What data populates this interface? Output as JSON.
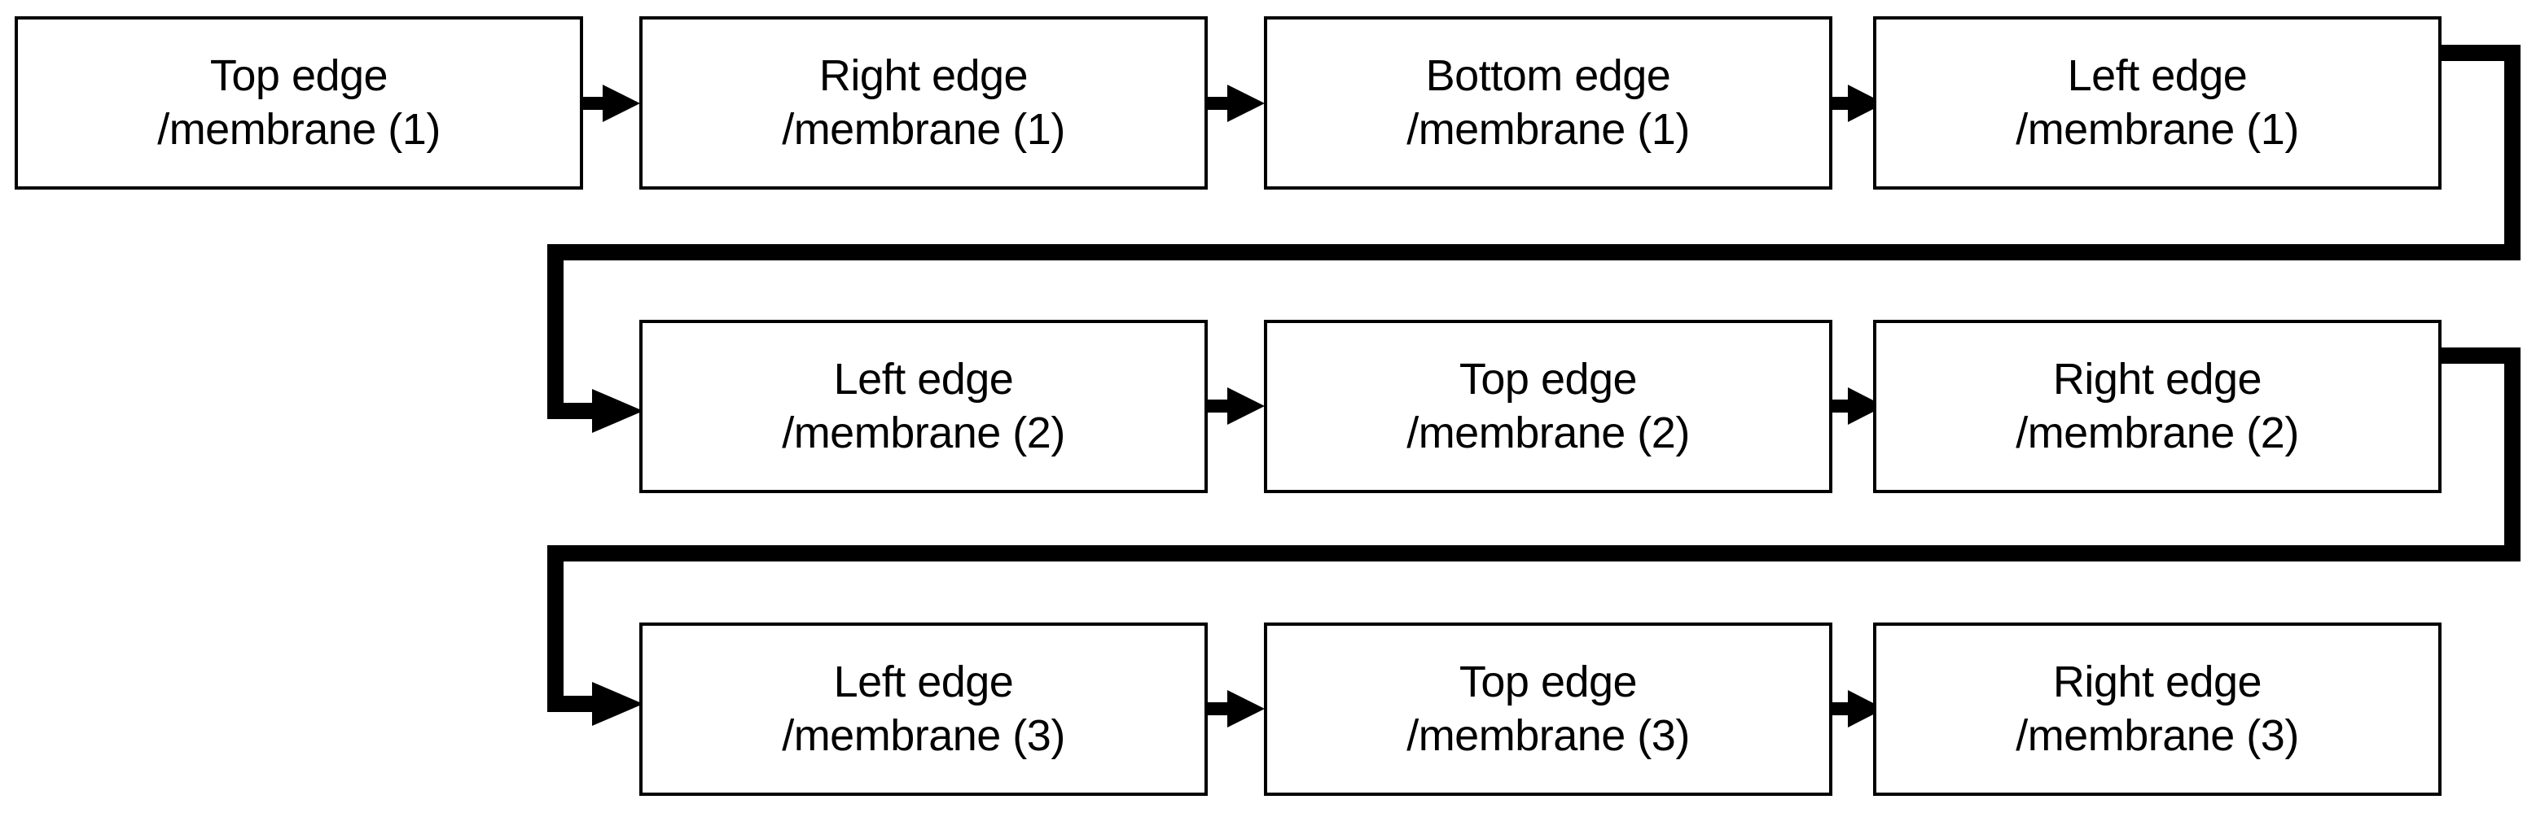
{
  "diagram": {
    "type": "flowchart",
    "orientation": "left-to-right, wrapping rows",
    "background_color": "#ffffff",
    "box_fill_color": "#ffffff",
    "box_border_color": "#000000",
    "connector_color": "#000000",
    "text_color": "#000000",
    "rows": [
      {
        "index": 1,
        "nodes": [
          {
            "id": "n1",
            "line1": "Top edge",
            "line2": "/membrane (1)"
          },
          {
            "id": "n2",
            "line1": "Right edge",
            "line2": "/membrane (1)"
          },
          {
            "id": "n3",
            "line1": "Bottom edge",
            "line2": "/membrane (1)"
          },
          {
            "id": "n4",
            "line1": "Left edge",
            "line2": "/membrane (1)"
          }
        ]
      },
      {
        "index": 2,
        "nodes": [
          {
            "id": "n5",
            "line1": "Left edge",
            "line2": "/membrane (2)"
          },
          {
            "id": "n6",
            "line1": "Top edge",
            "line2": "/membrane (2)"
          },
          {
            "id": "n7",
            "line1": "Right edge",
            "line2": "/membrane (2)"
          }
        ]
      },
      {
        "index": 3,
        "nodes": [
          {
            "id": "n8",
            "line1": "Left edge",
            "line2": "/membrane (3)"
          },
          {
            "id": "n9",
            "line1": "Top edge",
            "line2": "/membrane (3)"
          },
          {
            "id": "n10",
            "line1": "Right edge",
            "line2": "/membrane (3)"
          }
        ]
      }
    ],
    "connections": [
      {
        "from": "n1",
        "to": "n2",
        "style": "straight-arrow"
      },
      {
        "from": "n2",
        "to": "n3",
        "style": "straight-arrow"
      },
      {
        "from": "n3",
        "to": "n4",
        "style": "straight-arrow"
      },
      {
        "from": "n4",
        "to": "n5",
        "style": "wrap-elbow-arrow"
      },
      {
        "from": "n5",
        "to": "n6",
        "style": "straight-arrow"
      },
      {
        "from": "n6",
        "to": "n7",
        "style": "straight-arrow"
      },
      {
        "from": "n7",
        "to": "n8",
        "style": "wrap-elbow-arrow"
      },
      {
        "from": "n8",
        "to": "n9",
        "style": "straight-arrow"
      },
      {
        "from": "n9",
        "to": "n10",
        "style": "straight-arrow"
      }
    ]
  }
}
